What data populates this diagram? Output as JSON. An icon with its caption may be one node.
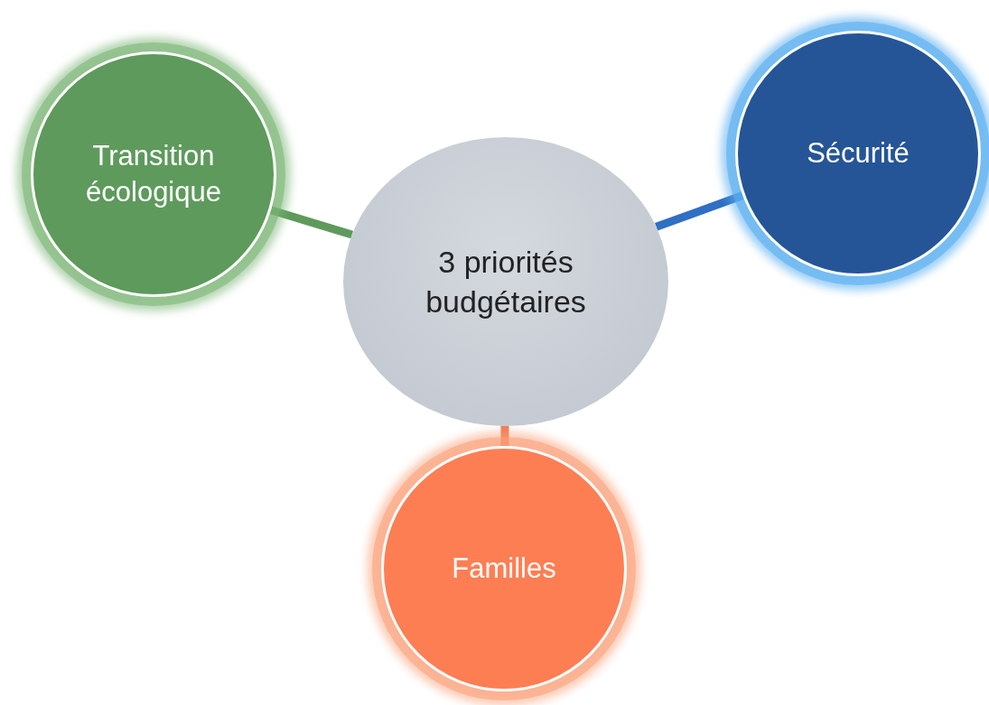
{
  "diagram": {
    "nodes": [
      {
        "text": [
          "3 priorités budgétaires"
        ]
      },
      {
        "text": [
          "Transition écologique"
        ]
      },
      {
        "text": [
          "Sécurité"
        ]
      },
      {
        "text": [
          "Familles"
        ]
      }
    ],
    "edges": [
      {
        "from": 1,
        "to": 0,
        "arrow": "none",
        "color": "#5e9a5c"
      },
      {
        "from": 2,
        "to": 0,
        "arrow": "none",
        "color": "#2f6fc4"
      },
      {
        "from": 3,
        "to": 0,
        "arrow": "none",
        "color": "#f07c52"
      }
    ]
  }
}
